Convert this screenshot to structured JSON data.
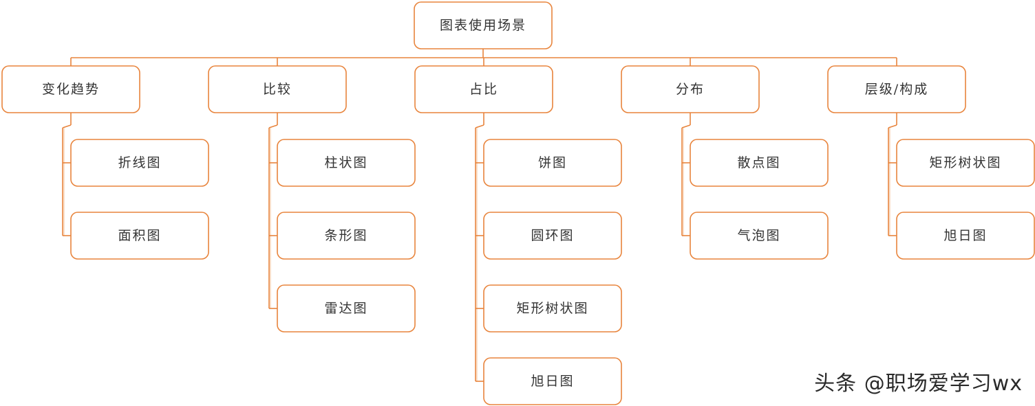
{
  "colors": {
    "border": "#E8843C",
    "connector_shadow": "#F6CBA8",
    "text": "#333333",
    "background": "#ffffff"
  },
  "root": {
    "label": "图表使用场景"
  },
  "categories": [
    {
      "label": "变化趋势",
      "children": [
        "折线图",
        "面积图"
      ]
    },
    {
      "label": "比较",
      "children": [
        "柱状图",
        "条形图",
        "雷达图"
      ]
    },
    {
      "label": "占比",
      "children": [
        "饼图",
        "圆环图",
        "矩形树状图",
        "旭日图"
      ]
    },
    {
      "label": "分布",
      "children": [
        "散点图",
        "气泡图"
      ]
    },
    {
      "label": "层级/构成",
      "children": [
        "矩形树状图",
        "旭日图"
      ]
    }
  ],
  "watermark": {
    "text": "头条 @职场爱学习wx"
  }
}
